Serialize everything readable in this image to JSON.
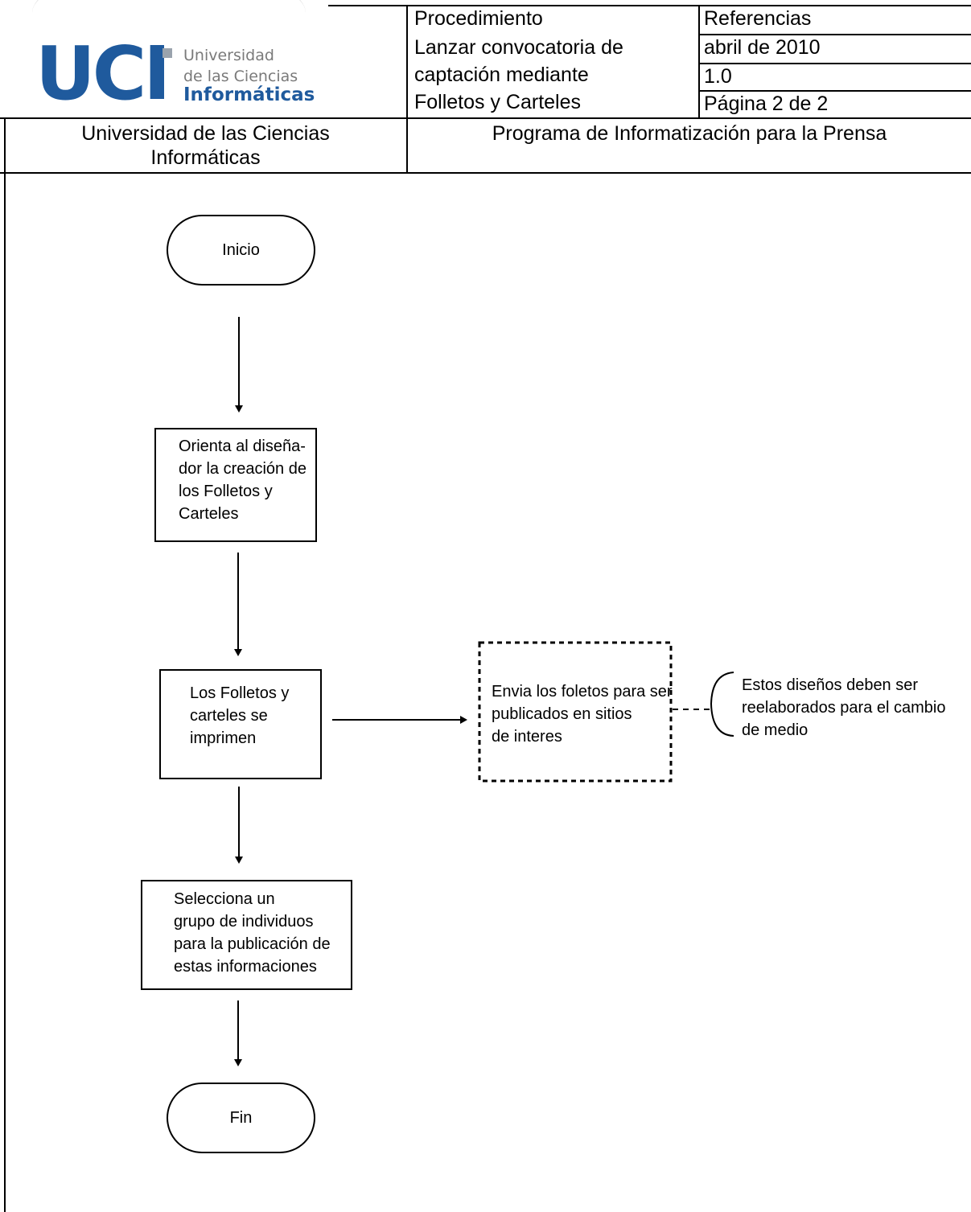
{
  "logo": {
    "mark": "UCI",
    "line1": "Universidad",
    "line2": "de las Ciencias",
    "line3": "Informáticas"
  },
  "header": {
    "procedimiento_label": "Procedimiento",
    "procedimiento_title": "Lanzar convocatoria de\ncaptación mediante\nFolletos y Carteles",
    "referencias_label": "Referencias",
    "date": "abril de 2010",
    "version": "1.0",
    "page": "Página 2 de 2",
    "university": "Universidad de las Ciencias\nInformáticas",
    "program": "Programa de Informatización para la Prensa"
  },
  "flowchart": {
    "start": "Inicio",
    "step1": "Orienta al diseña-\ndor la creación de\nlos Folletos y\nCarteles",
    "step2": "Los Folletos y\ncarteles se\nimprimen",
    "step3": "Envia los foletos para ser\npublicados en sitios\nde interes",
    "note": "Estos diseños deben ser\nreelaborados para el cambio\nde medio",
    "step4": "Selecciona un\ngrupo de individuos\npara la publicación de\nestas informaciones",
    "end": "Fin"
  }
}
